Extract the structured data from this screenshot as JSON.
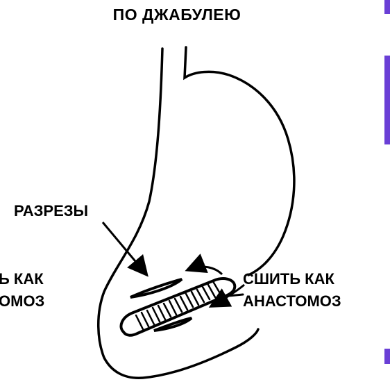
{
  "diagram": {
    "title": "ПО ДЖАБУЛЕЮ",
    "labels": {
      "incisions": "РАЗРЕЗЫ",
      "left_line1": "Ь КАК",
      "left_line2": "ОМОЗ",
      "right_line1": "СШИТЬ КАК",
      "right_line2": "АНАСТОМОЗ"
    }
  },
  "colors": {
    "accent": "#6a3fd6",
    "ink": "#000000",
    "background": "#ffffff"
  }
}
